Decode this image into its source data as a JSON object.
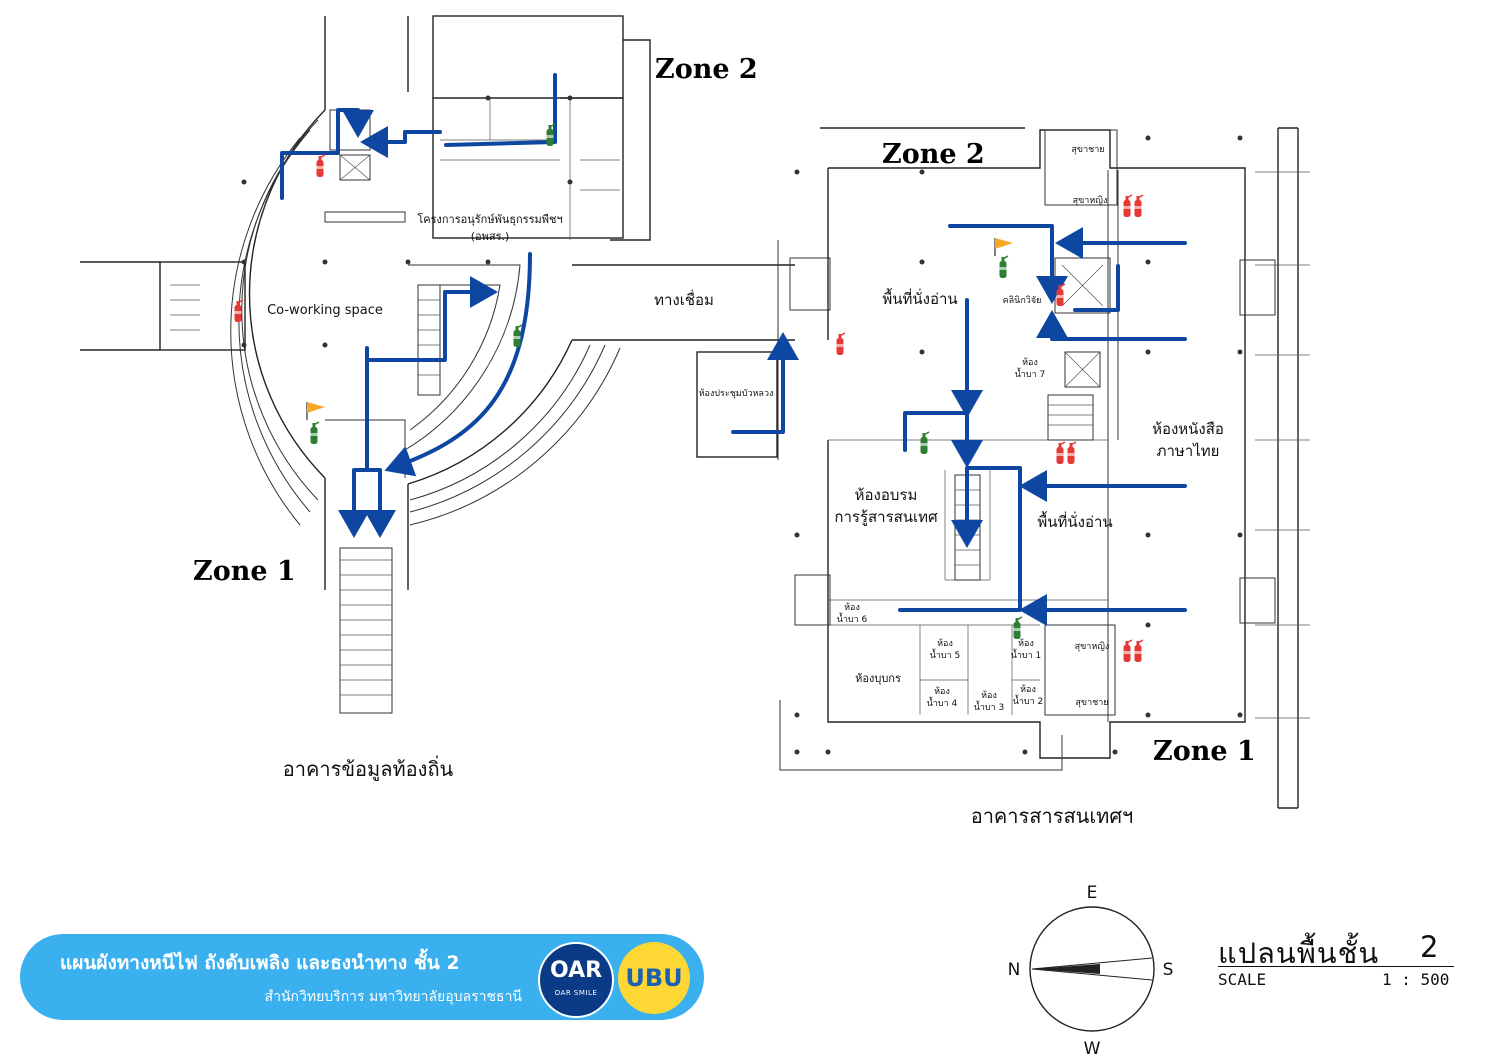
{
  "zones": {
    "left_zone_2": "Zone 2",
    "left_zone_1": "Zone 1",
    "right_zone_2": "Zone 2",
    "right_zone_1": "Zone 1"
  },
  "buildings": {
    "left": "อาคารข้อมูลท้องถิ่น",
    "right": "อาคารสารสนเทศฯ"
  },
  "rooms": {
    "plant_project_1": "โครงการอนุรักษ์พันธุกรรมพืชฯ",
    "plant_project_2": "(อพสร.)",
    "coworking": "Co-working space",
    "bridge": "ทางเชื่อม",
    "meeting_room": "ห้องประชุมบัวหลวง",
    "reading_area_top": "พื้นที่นั่งอ่าน",
    "reading_area_bottom": "พื้นที่นั่งอ่าน",
    "research_clinic": "คลินิกวิจัย",
    "restroom_7_1": "ห้อง",
    "restroom_7_2": "น้ำบา 7",
    "thai_books_1": "ห้องหนังสือ",
    "thai_books_2": "ภาษาไทย",
    "training_1": "ห้องอบรม",
    "training_2": "การรู้สารสนเทศ",
    "restroom_6_1": "ห้อง",
    "restroom_6_2": "น้ำบา 6",
    "restroom_5_1": "ห้อง",
    "restroom_5_2": "น้ำบา 5",
    "restroom_1_1": "ห้อง",
    "restroom_1_2": "น้ำบา 1",
    "restroom_4_1": "ห้อง",
    "restroom_4_2": "น้ำบา 4",
    "restroom_3_1": "ห้อง",
    "restroom_3_2": "น้ำบา 3",
    "restroom_2_1": "ห้อง",
    "restroom_2_2": "น้ำบา 2",
    "smoking_room": "ห้องบุบกร",
    "toilet_male_top": "สุขาชาย",
    "toilet_female_top": "สุขาหญิง",
    "toilet_female_bottom": "สุขาหญิง",
    "toilet_male_bottom": "สุขาชาย"
  },
  "banner": {
    "title": "แผนผังทางหนีไฟ ถังดับเพลิง และธงนำทาง ชั้น 2",
    "subtitle": "สำนักวิทยบริการ มหาวิทยาลัยอุบลราชธานี",
    "logo_oar": "OAR",
    "logo_oar_caption": "OAR SMILE",
    "logo_ubu": "UBU"
  },
  "compass": {
    "e": "E",
    "n": "N",
    "s": "S",
    "w": "W"
  },
  "plan": {
    "title": "แปลนพื้นชั้น",
    "floor": "2",
    "scale_label": "SCALE",
    "scale_value": "1 : 500"
  },
  "colors": {
    "route": "#0d47a1",
    "extinguisher_red": "#e53935",
    "extinguisher_green": "#2e7d32",
    "flag": "#f9a825",
    "banner": "#3ab0ee"
  },
  "icons": [
    "fire-extinguisher-icon",
    "guide-flag-icon",
    "escape-route-arrow"
  ]
}
